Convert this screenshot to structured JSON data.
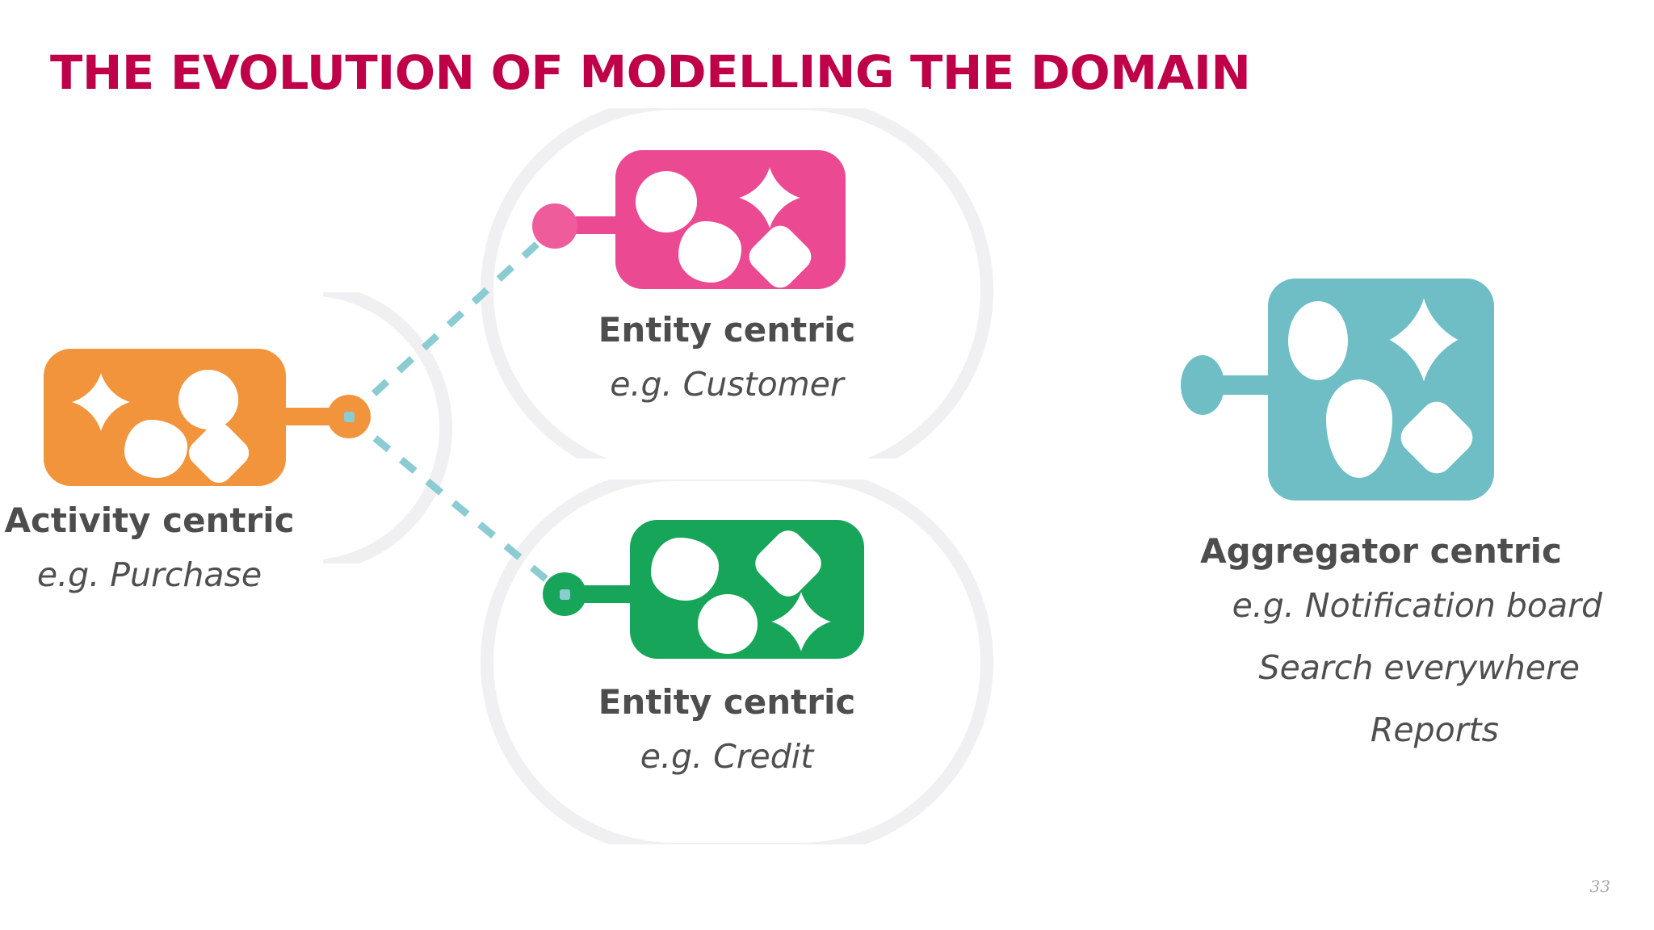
{
  "slide": {
    "title": "THE EVOLUTION OF MODELLING THE DOMAIN",
    "page_number": "33",
    "title_color": "#BF0049",
    "background_color": "#FFFFFF"
  },
  "nodes": [
    {
      "id": "activity",
      "color": "#F2943C",
      "color_name": "orange",
      "title": "Activity centric",
      "subtitle": "e.g. Purchase",
      "shapes": [
        "star",
        "circle",
        "blob",
        "diamond"
      ]
    },
    {
      "id": "entity-customer",
      "color": "#EB4A92",
      "color_name": "pink",
      "title": "Entity centric",
      "subtitle": "e.g. Customer",
      "shapes": [
        "circle",
        "star",
        "blob",
        "diamond"
      ]
    },
    {
      "id": "entity-credit",
      "color": "#17A659",
      "color_name": "green",
      "title": "Entity centric",
      "subtitle": "e.g. Credit",
      "shapes": [
        "blob",
        "diamond",
        "circle",
        "star"
      ]
    },
    {
      "id": "aggregator",
      "color": "#6FBEC5",
      "color_name": "teal",
      "title": "Aggregator centric",
      "subtitle_lines": [
        "e.g. Notification board",
        "Search everywhere",
        "Reports"
      ],
      "shapes": [
        "ellipse",
        "star",
        "blob",
        "diamond"
      ]
    }
  ],
  "connectors": {
    "dashed_color": "#8BCBD2",
    "decor_color": "#F0EFF2",
    "links": [
      {
        "from": "activity",
        "to": "entity-customer",
        "style": "dashed"
      },
      {
        "from": "activity",
        "to": "entity-credit",
        "style": "dashed"
      }
    ]
  }
}
